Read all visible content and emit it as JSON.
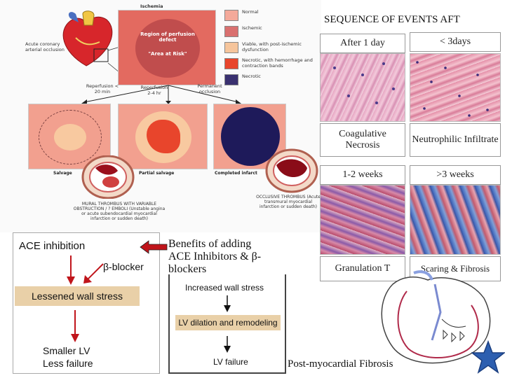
{
  "ischemia": {
    "top_label": "Ischemia",
    "artery_label": "Acute coronary arterial occlusion",
    "center_label": "Region of perfusion defect",
    "center_sublabel": "\"Area at Risk\"",
    "reperfusion_early": "Reperfusion < 20 min",
    "reperfusion_late": "Reperfusion 2-4 hr",
    "permanent": "Permanent occlusion",
    "legend": [
      {
        "label": "Normal",
        "color": "#f4a99a"
      },
      {
        "label": "Ischemic",
        "color": "#d9706f"
      },
      {
        "label": "Viable, with post-ischemic dysfunction",
        "color": "#f6c59c"
      },
      {
        "label": "Necrotic, with hemorrhage and contraction bands",
        "color": "#e8452c"
      },
      {
        "label": "Necrotic",
        "color": "#3a3170"
      }
    ],
    "outcomes": [
      "Salvage",
      "Partial salvage",
      "Completed infarct"
    ],
    "mural_caption": "MURAL THROMBUS WITH VARIABLE OBSTRUCTION / ? EMBOLI (Unstable angina or acute subendocardial myocardial infarction or sudden death)",
    "occlusive_caption": "OCCLUSIVE THROMBUS (Acute transmural myocardial infarction or sudden death)"
  },
  "sequence": {
    "title": "SEQUENCE OF EVENTS AFT",
    "cells": [
      {
        "label": "After 1 day"
      },
      {
        "label": "< 3days"
      },
      {
        "label": "Coagulative Necrosis"
      },
      {
        "label": "Neutrophilic Infiltrate"
      },
      {
        "label": "1-2 weeks"
      },
      {
        "label": ">3 weeks"
      },
      {
        "label": "Granulation T"
      },
      {
        "label": "Scaring & Fibrosis"
      }
    ]
  },
  "ace": {
    "ace_inhibition": "ACE inhibition",
    "beta_blocker": "β-blocker",
    "lessened": "Lessened wall stress",
    "smaller": "Smaller LV",
    "less_failure": "Less failure"
  },
  "benefits": {
    "line1": "Benefits of adding",
    "line2": "ACE Inhibitors & β-",
    "line3": "blockers"
  },
  "flow": {
    "increased": "Increased wall stress",
    "dilation": "LV dilation and remodeling",
    "failure": "LV failure"
  },
  "fibrosis_caption": "Post-myocardial Fibrosis",
  "colors": {
    "arrow_red": "#c0151b",
    "wall_box": "#e9d0a8",
    "star": "#2d5fb0"
  }
}
